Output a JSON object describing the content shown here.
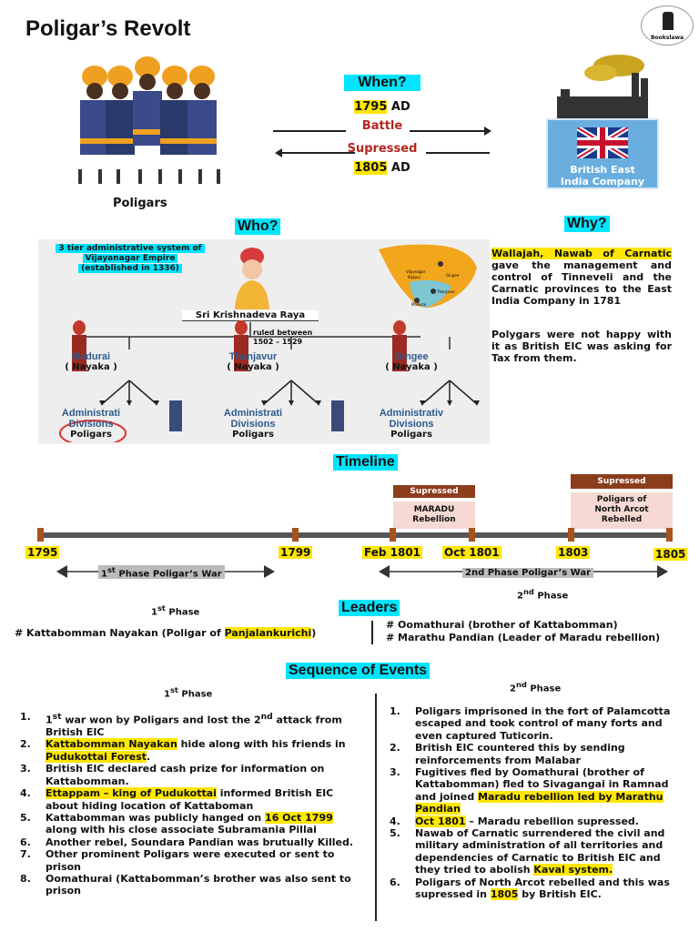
{
  "header": {
    "title": "Poligar’s Revolt",
    "logo_text": "Bookslawa"
  },
  "top": {
    "poligars_label": "Poligars",
    "when_heading": "When?",
    "start_year": "1795",
    "start_suffix": " AD",
    "battle": "Battle",
    "supressed": "Supressed",
    "end_year": "1805",
    "end_suffix": " AD",
    "company_line1": "British East",
    "company_line2": "India Company"
  },
  "who": {
    "heading": "Who?",
    "system_line1": "3 tier administrative system of",
    "system_line2": "Vijayanagar Empire",
    "system_line3": "(established in 1336)",
    "king": "Sri Krishnadeva Raya",
    "ruled_label": "ruled between",
    "ruled_years": "1502 – 1529",
    "map_labels": [
      "Vijaynagar",
      "Gingee",
      "Thanjavur",
      "Madurai",
      "Bijapur"
    ],
    "nodes": [
      {
        "name": "Madurai",
        "role": "( Nayaka )",
        "admin1": "Administrati",
        "admin2": "Divisions",
        "sub": "Poligars"
      },
      {
        "name": "Thanjavur",
        "role": "( Nayaka )",
        "admin1": "Administrati",
        "admin2": "Divisions",
        "sub": "Poligars"
      },
      {
        "name": "Gingee",
        "role": "( Nayaka )",
        "admin1": "Administrativ",
        "admin2": "Divisions",
        "sub": "Poligars"
      }
    ]
  },
  "why": {
    "heading": "Why?",
    "p1_highlight": "Wallajah, Nawab of Carnatic",
    "p1_rest": " gave the management and control of Tinneveli and the Carnatic provinces to the East India Company in 1781",
    "p2": "Polygars were not happy with it as British EIC was asking for Tax from them."
  },
  "timeline": {
    "heading": "Timeline",
    "years": [
      "1795",
      "1799",
      "Feb 1801",
      "Oct 1801",
      "1803",
      "1805"
    ],
    "event1_tag": "Supressed",
    "event1_line1": "MARADU",
    "event1_line2": "Rebellion",
    "event2_tag": "Supressed",
    "event2_line1": "Poligars of",
    "event2_line2": "North Arcot",
    "event2_line3": "Rebelled",
    "phase1_pre": "1",
    "phase1_sup": "st",
    "phase1_post": " Phase Poligar’s War",
    "phase2": "2nd Phase Poligar’s War"
  },
  "leaders": {
    "heading": "Leaders",
    "p1_pre": "1",
    "p1_sup": "st",
    "p1_post": " Phase",
    "p2_pre": "2",
    "p2_sup": "nd",
    "p2_post": " Phase",
    "left_pre": "# Kattabomman Nayakan (Poligar of ",
    "left_hl": "Panjalankurichi",
    "left_post": ")",
    "right1": "# Oomathurai (brother of Kattabomman)",
    "right2": "# Marathu Pandian (Leader of Maradu rebellion)"
  },
  "sequence": {
    "heading": "Sequence of Events",
    "p1_pre": "1",
    "p1_sup": "st",
    "p1_post": " Phase",
    "p2_pre": "2",
    "p2_sup": "nd",
    "p2_post": " Phase",
    "phase1": [
      {
        "n": "1.",
        "a": "1",
        "a_sup": "st",
        "b": " war won by Poligars and lost the 2",
        "b_sup": "nd",
        "c": " attack from British EIC"
      },
      {
        "n": "2.",
        "hl": "Kattabomman Nayakan",
        "t": " hide along with his friends in ",
        "hl2": "Pudukottai Forest",
        "t2": "."
      },
      {
        "n": "3.",
        "t": "British EIC declared cash prize for information on Kattabomman."
      },
      {
        "n": "4.",
        "hl": "Ettappam – king of Pudukottai",
        "t": " informed British EIC about hiding location of Kattaboman"
      },
      {
        "n": "5.",
        "t": "Kattabomman was publicly hanged on ",
        "hl2": "16 Oct 1799",
        "t2": " along with his close associate Subramania Pillai"
      },
      {
        "n": "6.",
        "t": "Another rebel, Soundara Pandian was brutually Killed."
      },
      {
        "n": "7.",
        "t": "Other prominent Poligars were executed or sent to prison"
      },
      {
        "n": "8.",
        "t": "Oomathurai (Kattabomman’s brother was also sent to prison"
      }
    ],
    "phase2": [
      {
        "n": "1.",
        "t": "Poligars imprisoned in the fort of Palamcotta escaped and took control of many forts and even captured Tuticorin."
      },
      {
        "n": "2.",
        "t": "British EIC countered this by sending reinforcements from Malabar"
      },
      {
        "n": "3.",
        "t": "Fugitives fled by Oomathurai (brother of Kattabomman) fled to Sivagangai in Ramnad and joined ",
        "hl2": "Maradu rebellion led by Marathu Pandian"
      },
      {
        "n": "4.",
        "hl": "Oct 1801",
        "t": " – Maradu rebellion supressed."
      },
      {
        "n": "5.",
        "t": "Nawab of Carnatic surrendered the civil and military administration of all territories and dependencies of Carnatic to British EIC and they tried to abolish ",
        "hl2": "Kaval system."
      },
      {
        "n": "6.",
        "t": "Poligars of North Arcot rebelled and this was supressed in ",
        "hl2": "1805",
        "t2": " by British EIC."
      }
    ]
  }
}
